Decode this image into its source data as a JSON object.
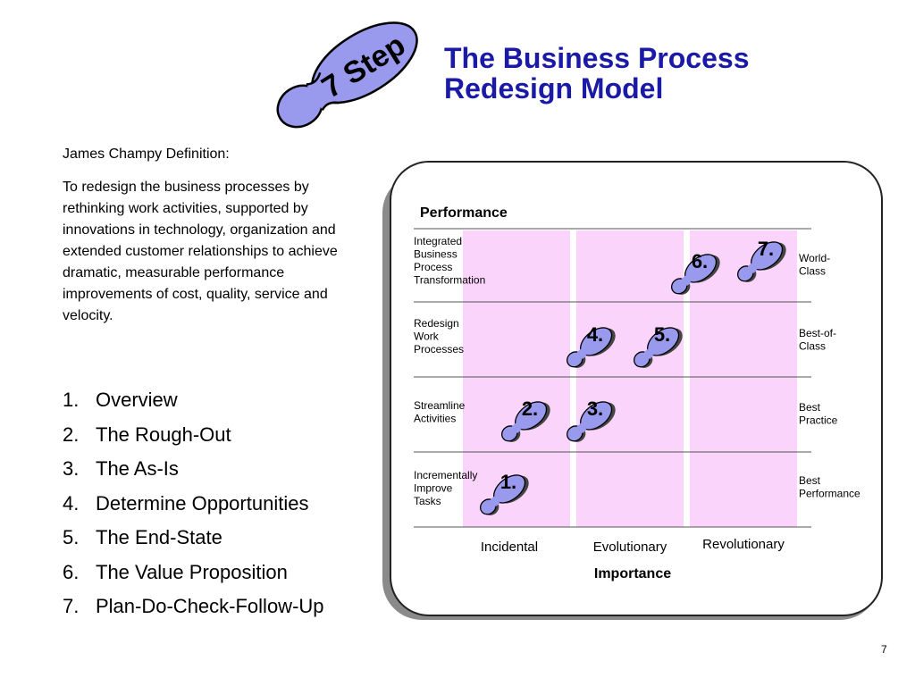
{
  "slide": {
    "logo_text": "7 Step",
    "title_line1": "The Business Process",
    "title_line2": "Redesign Model",
    "definition_heading": "James Champy Definition:",
    "definition_body": "To redesign the business processes by rethinking work activities, supported by innovations in technology, organization and extended customer relationships to achieve dramatic, measurable performance improvements of cost, quality, service and velocity.",
    "steps": [
      {
        "num": "1.",
        "label": "Overview"
      },
      {
        "num": "2.",
        "label": "The Rough-Out"
      },
      {
        "num": "3.",
        "label": "The As-Is"
      },
      {
        "num": "4.",
        "label": "Determine Opportunities"
      },
      {
        "num": "5.",
        "label": "The End-State"
      },
      {
        "num": "6.",
        "label": "The Value Proposition"
      },
      {
        "num": "7.",
        "label": "Plan-Do-Check-Follow-Up"
      }
    ],
    "page_number": "7"
  },
  "diagram": {
    "y_axis_title": "Performance",
    "x_axis_title": "Importance",
    "row_labels": [
      [
        "Integrated",
        "Business",
        "Process",
        "Transformation"
      ],
      [
        "Redesign",
        "Work",
        "Processes"
      ],
      [
        "Streamline",
        "Activities"
      ],
      [
        "Incrementally",
        "Improve",
        "Tasks"
      ]
    ],
    "right_labels": [
      [
        "World-",
        "Class"
      ],
      [
        "Best-of-",
        "Class"
      ],
      [
        "Best",
        "Practice"
      ],
      [
        "Best",
        "Performance"
      ]
    ],
    "column_labels": [
      "Incidental",
      "Evolutionary",
      "Revolutionary"
    ],
    "footprints": [
      {
        "label": "1.",
        "row": 4,
        "col": 1
      },
      {
        "label": "2.",
        "row": 3,
        "col": 1
      },
      {
        "label": "3.",
        "row": 3,
        "col": 2
      },
      {
        "label": "4.",
        "row": 2,
        "col": 2
      },
      {
        "label": "5.",
        "row": 2,
        "col": 2
      },
      {
        "label": "6.",
        "row": 1,
        "col": 3
      },
      {
        "label": "7.",
        "row": 1,
        "col": 3
      }
    ],
    "colors": {
      "column_fill": "#fbd4fb",
      "footprint_fill": "#9999ee",
      "title_blue": "#1a1aa6"
    }
  }
}
